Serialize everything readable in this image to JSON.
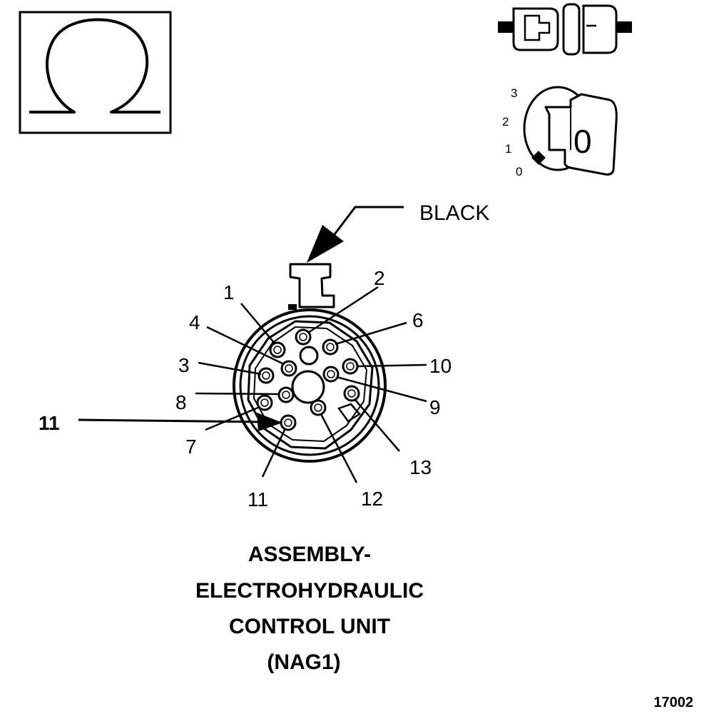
{
  "meter_symbol": {
    "icon": "ohm-icon",
    "glyph": "Ω"
  },
  "ignition": {
    "icon": "ignition-key-icon",
    "positions": [
      "3",
      "2",
      "1",
      "0"
    ],
    "key_label": "0"
  },
  "connector_icon": "connector-disconnected-icon",
  "connector": {
    "color_label": "BLACK",
    "pins": [
      "1",
      "2",
      "3",
      "4",
      "6",
      "7",
      "8",
      "9",
      "10",
      "11",
      "12",
      "13"
    ],
    "callout_pin": "11"
  },
  "title": {
    "line1": "ASSEMBLY-",
    "line2": "ELECTROHYDRAULIC",
    "line3": "CONTROL UNIT",
    "line4": "(NAG1)"
  },
  "figure_id": "17002"
}
